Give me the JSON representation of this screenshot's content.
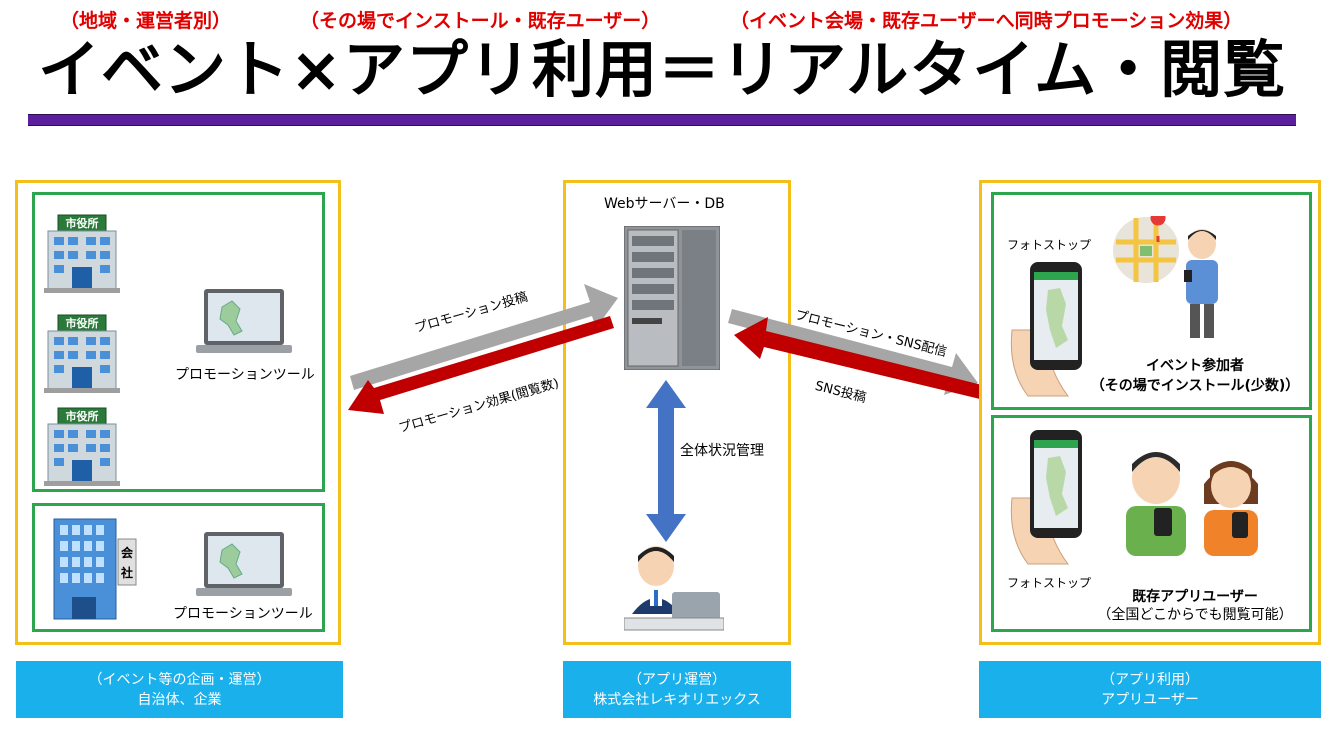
{
  "subtitles": {
    "left": "（地域・運営者別）",
    "middle": "（その場でインストール・既存ユーザー）",
    "right": "（イベント会場・既存ユーザーへ同時プロモーション効果）"
  },
  "title": "イベント×アプリ利用＝リアルタイム・閲覧",
  "left_panel": {
    "building_sign": "市役所",
    "company_sign_1": "会",
    "company_sign_2": "社",
    "tool_label_top": "プロモーションツール",
    "tool_label_bottom": "プロモーションツール"
  },
  "center_panel": {
    "server_label": "Webサーバー・DB",
    "manage_label": "全体状況管理"
  },
  "arrows": {
    "promo_post": "プロモーション投稿",
    "promo_effect": "プロモーション効果(閲覧数)",
    "promo_sns": "プロモーション・SNS配信",
    "sns_post": "SNS投稿"
  },
  "right_panel": {
    "photostop_top": "フォトストップ",
    "participant_line1": "イベント参加者",
    "participant_line2": "（その場でインストール(少数)）",
    "photostop_bottom": "フォトストップ",
    "existing_line1": "既存アプリユーザー",
    "existing_line2": "（全国どこからでも閲覧可能）"
  },
  "footers": {
    "left_line1": "（イベント等の企画・運営）",
    "left_line2": "自治体、企業",
    "center_line1": "（アプリ運営）",
    "center_line2": "株式会社レキオリエックス",
    "right_line1": "（アプリ利用）",
    "right_line2": "アプリユーザー"
  },
  "colors": {
    "subtitle_red": "#e00000",
    "title_rule_purple": "#5b1f9e",
    "box_yellow": "#f5bf1a",
    "box_green": "#2da44e",
    "footer_blue": "#19b0ec",
    "arrow_gray": "#a6a6a6",
    "arrow_red": "#c00000",
    "arrow_blue": "#4472c4"
  }
}
